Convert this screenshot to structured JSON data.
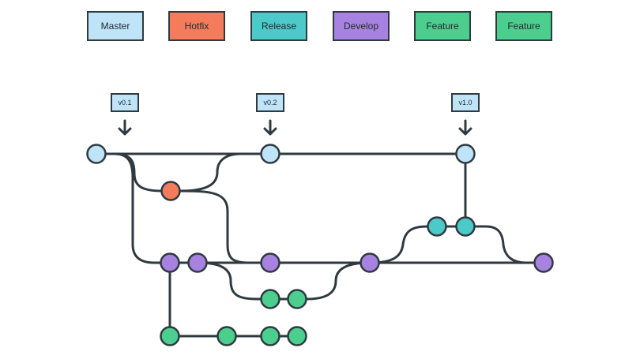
{
  "legend": [
    {
      "label": "Master",
      "color": "#bfe4f8"
    },
    {
      "label": "Hotfix",
      "color": "#f47c5c"
    },
    {
      "label": "Release",
      "color": "#4cc9c9"
    },
    {
      "label": "Develop",
      "color": "#a882e0"
    },
    {
      "label": "Feature",
      "color": "#4ccf8e"
    },
    {
      "label": "Feature",
      "color": "#4ccf8e"
    }
  ],
  "tags": [
    "v0.1",
    "v0.2",
    "v1.0"
  ],
  "colors": {
    "stroke": "#2f3a40",
    "master": "#bfe4f8",
    "hotfix": "#f47c5c",
    "release": "#4cc9c9",
    "develop": "#a882e0",
    "feature": "#4ccf8e"
  }
}
